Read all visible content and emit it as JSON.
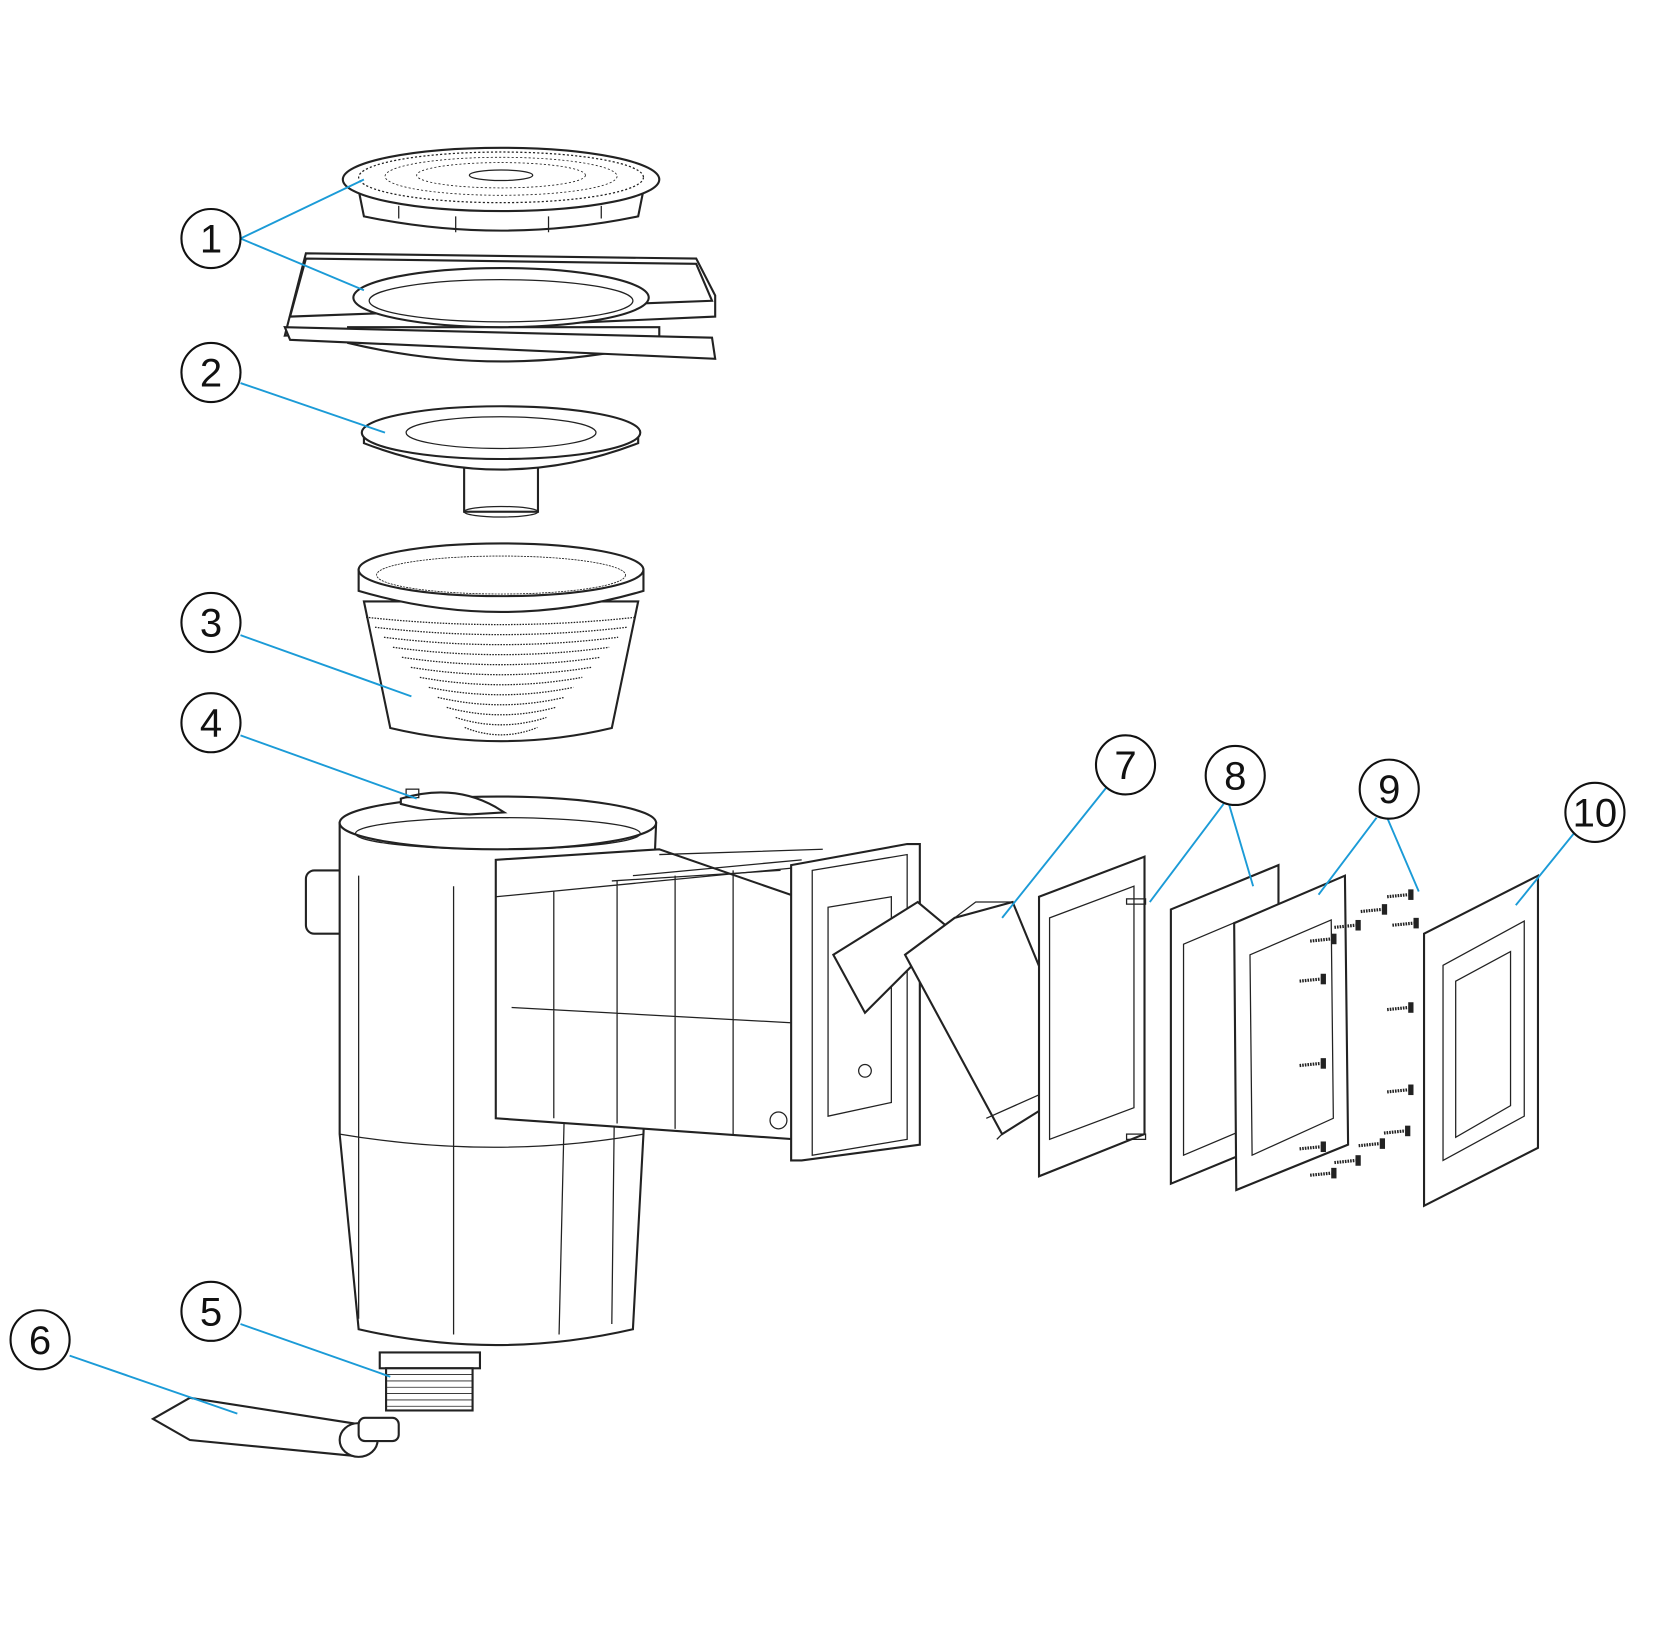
{
  "callouts": [
    {
      "label": "1",
      "part": "skimmer-lid-and-collar"
    },
    {
      "label": "2",
      "part": "weir-plate"
    },
    {
      "label": "3",
      "part": "basket"
    },
    {
      "label": "4",
      "part": "float-valve"
    },
    {
      "label": "5",
      "part": "threaded-outlet"
    },
    {
      "label": "6",
      "part": "adhesive-tube"
    },
    {
      "label": "7",
      "part": "weir-flap"
    },
    {
      "label": "8",
      "part": "gasket"
    },
    {
      "label": "9",
      "part": "clamping-frame-with-screws"
    },
    {
      "label": "10",
      "part": "face-plate"
    }
  ],
  "colors": {
    "leader_line": "#1b9bd7",
    "outline": "#222222"
  }
}
